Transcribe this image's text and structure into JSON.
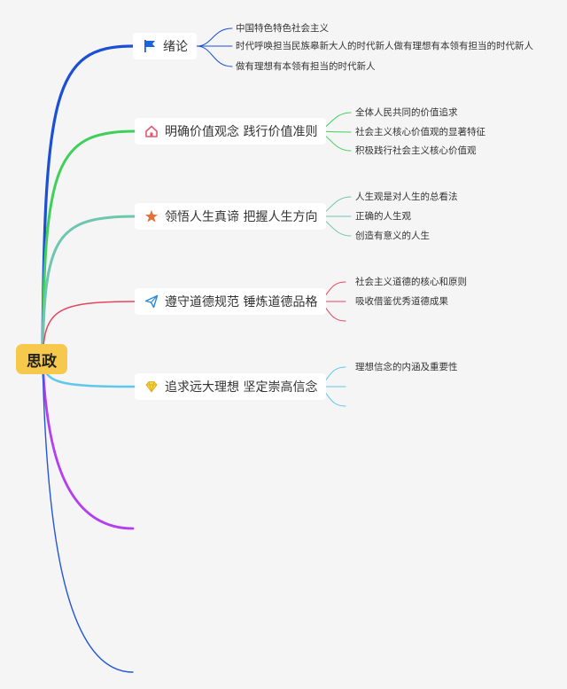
{
  "root": {
    "label": "思政",
    "color": "#f6c84c"
  },
  "branches": [
    {
      "label": "绪论",
      "icon": "flag-icon",
      "color": "#1a4fd6",
      "children": [
        "中国特色特色社会主义",
        "时代呼唤担当民族皋新大人的时代新人做有理想有本领有担当的时代新人",
        "做有理想有本领有担当的时代新人"
      ]
    },
    {
      "label": "明确价值观念 践行价值准则",
      "icon": "home-icon",
      "color": "#3fd05a",
      "children": [
        "全体人民共同的价值追求",
        "社会主义核心价值观的显著特征",
        "积极践行社会主义核心价值观"
      ]
    },
    {
      "label": "领悟人生真谛 把握人生方向",
      "icon": "star-icon",
      "color": "#6cc7ae",
      "children": [
        "人生观是对人生的总看法",
        "正确的人生观",
        "创造有意义的人生"
      ]
    },
    {
      "label": "遵守道德规范 锤炼道德品格",
      "icon": "paper-plane-icon",
      "color": "#e8445f",
      "children": [
        "社会主义道德的核心和原则",
        "吸收借鉴优秀道德成果"
      ]
    },
    {
      "label": "追求远大理想 坚定崇高信念",
      "icon": "diamond-icon",
      "color": "#5cc8ec",
      "children": [
        "理想信念的内涵及重要性"
      ]
    }
  ],
  "empty_branches": [
    {
      "color": "#b43ff0"
    },
    {
      "color": "#2456d6"
    }
  ]
}
